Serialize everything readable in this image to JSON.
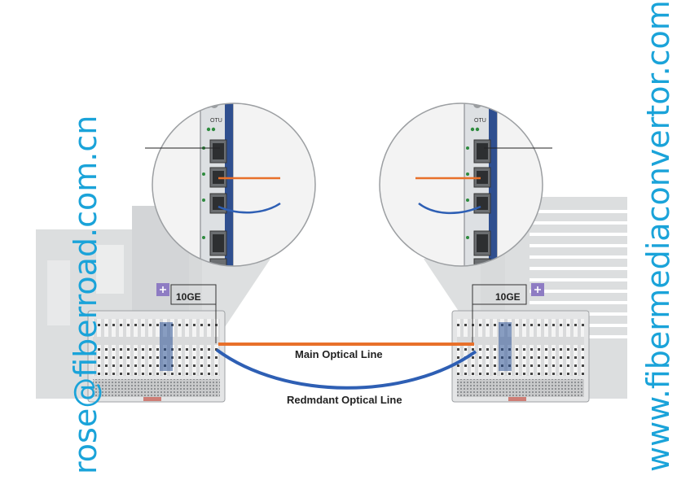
{
  "diagram": {
    "main_line_label": "Main Optical Line",
    "redundant_line_label": "Redmdant Optical Line",
    "left_node": {
      "port_label": "10GE",
      "card_label": "OTU"
    },
    "right_node": {
      "port_label": "10GE",
      "card_label": "OTU"
    }
  },
  "watermarks": {
    "left": "rose@fiberroad.com.cn",
    "right": "www.fibermediaconvertor.com"
  },
  "colors": {
    "watermark": "#1aa3d9",
    "main_line": "#e8702a",
    "redundant_line": "#2e5fb4",
    "building": "#cfd1d3",
    "device": "#e4e5e6"
  }
}
